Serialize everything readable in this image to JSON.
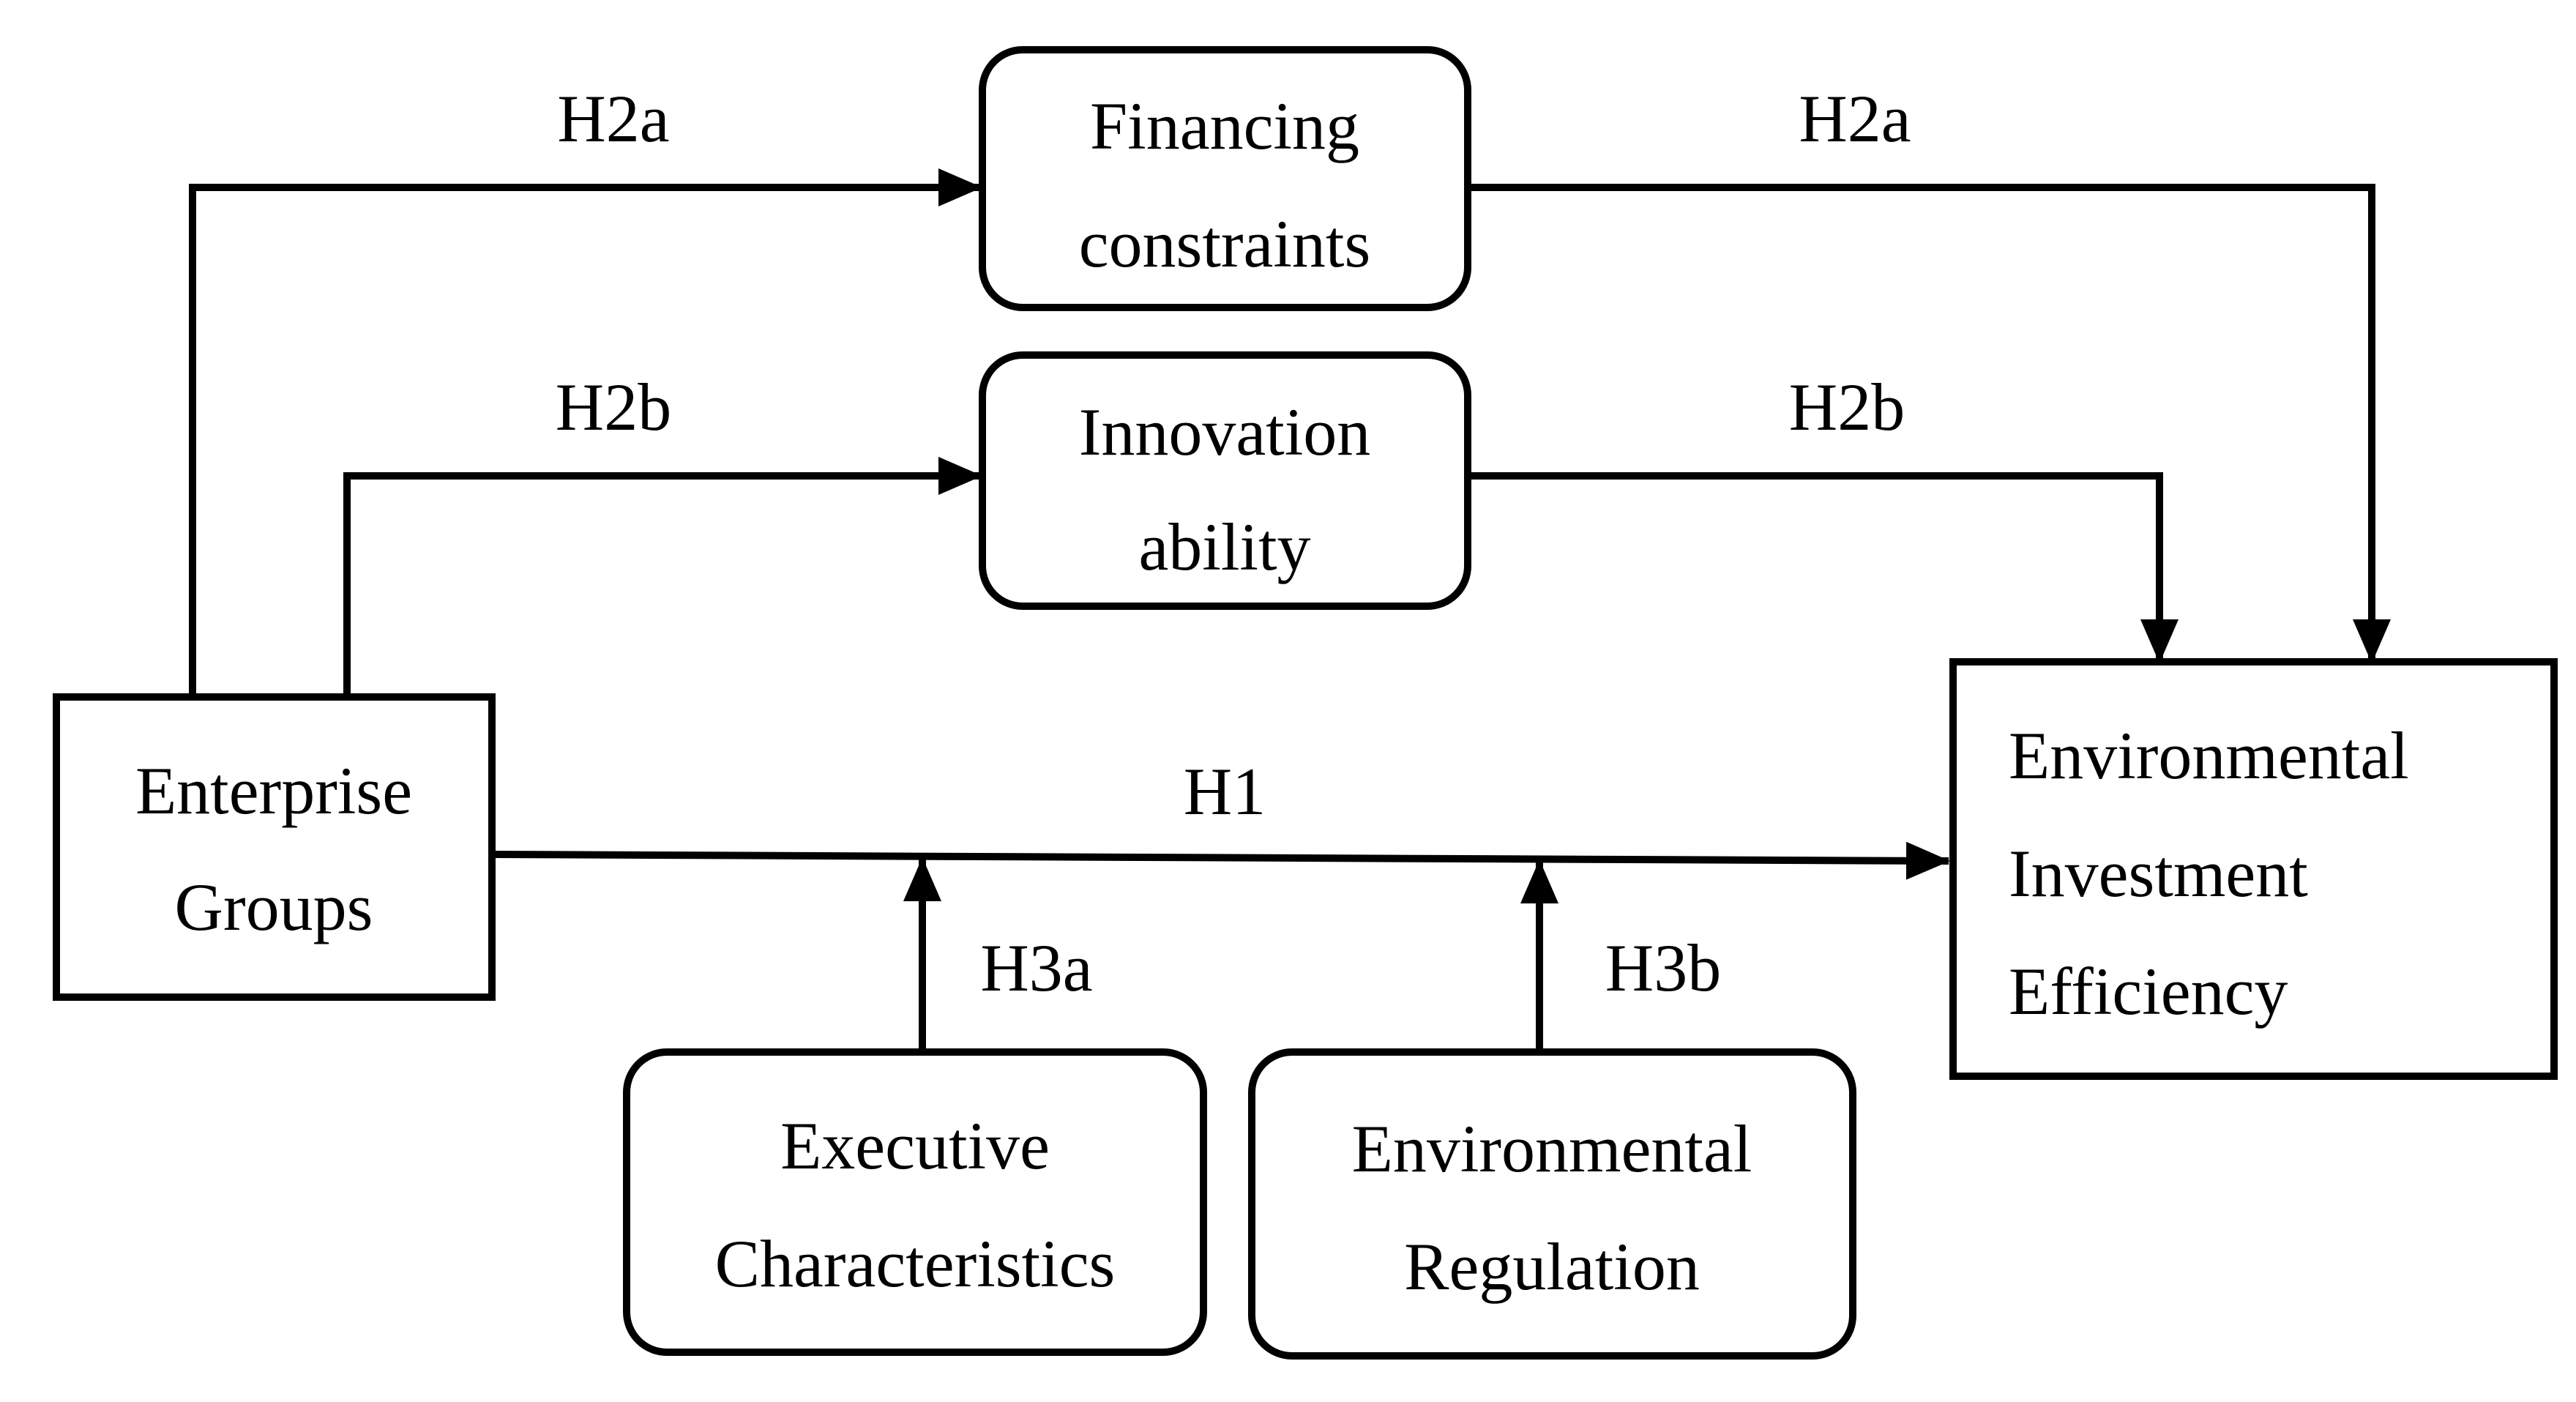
{
  "nodes": {
    "financing": {
      "lines": [
        "Financing",
        "constraints"
      ]
    },
    "innovation": {
      "lines": [
        "Innovation",
        "ability"
      ]
    },
    "enterprise": {
      "lines": [
        "Enterprise",
        "Groups"
      ]
    },
    "environmental_investment": {
      "lines": [
        "Environmental",
        "Investment",
        "Efficiency"
      ]
    },
    "executive": {
      "lines": [
        "Executive",
        "Characteristics"
      ]
    },
    "regulation": {
      "lines": [
        "Environmental",
        "Regulation"
      ]
    }
  },
  "edge_labels": {
    "h2a_left": "H2a",
    "h2a_right": "H2a",
    "h2b_left": "H2b",
    "h2b_right": "H2b",
    "h1": "H1",
    "h3a": "H3a",
    "h3b": "H3b"
  },
  "colors": {
    "stroke": "#000000",
    "background": "#ffffff"
  }
}
